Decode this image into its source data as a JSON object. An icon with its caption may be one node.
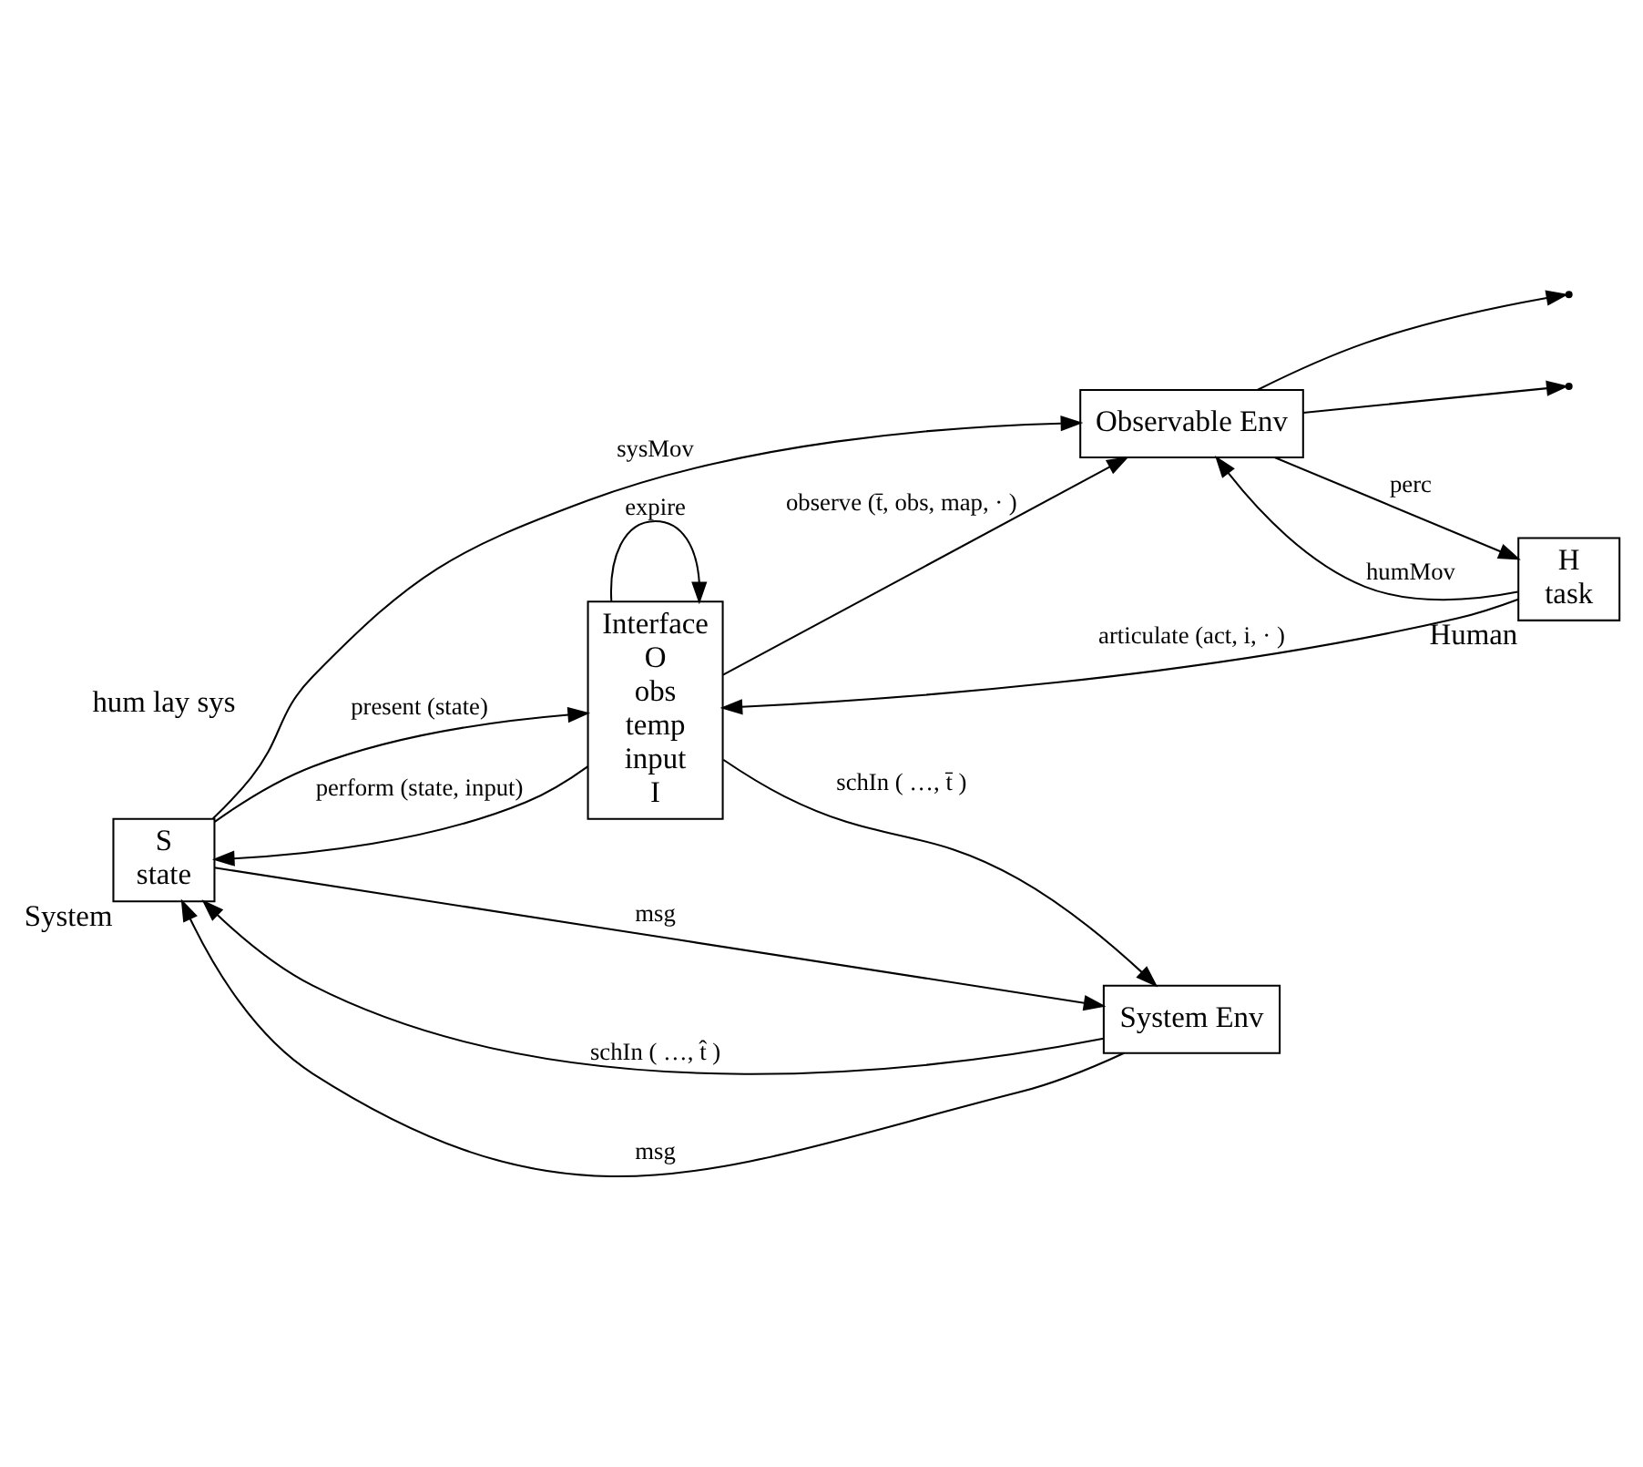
{
  "diagram": {
    "nodes": [
      {
        "text": [
          "S",
          "state"
        ],
        "beside": [
          "System"
        ]
      },
      {
        "text": [
          "Interface",
          "O",
          "obs",
          "temp",
          "input",
          "I"
        ]
      },
      {
        "text": [
          "Observable Env"
        ]
      },
      {
        "text": [
          "H",
          "task"
        ],
        "beside": [
          "Human"
        ]
      },
      {
        "text": [
          "System Env"
        ]
      }
    ],
    "edges": [
      {
        "from": 0,
        "to": 2,
        "arrow": "to",
        "label": "sysMov"
      },
      {
        "from": 3,
        "to": 2,
        "arrow": "to",
        "label": "humMov"
      },
      {
        "from": 0,
        "to": 1,
        "arrow": "to",
        "label": "present (state)"
      },
      {
        "from": 1,
        "to": 2,
        "arrow": "to",
        "label": "observe (t̄, obs, map, · )"
      },
      {
        "from": 2,
        "to": 3,
        "arrow": "to",
        "label": "perc"
      },
      {
        "from": 2,
        "to": null,
        "arrow": "to"
      },
      {
        "from": 1,
        "to": 1,
        "arrow": "to",
        "label": "expire"
      },
      {
        "from": 1,
        "to": 0,
        "arrow": "to",
        "label": "perform (state, input)"
      },
      {
        "from": 3,
        "to": 1,
        "arrow": "to",
        "label": "articulate (act, i, · )"
      },
      {
        "from": 2,
        "to": null,
        "arrow": "to"
      },
      {
        "from": 4,
        "to": 0,
        "arrow": "to",
        "label": "schIn ( …, t̂ )"
      },
      {
        "from": 0,
        "to": 4,
        "arrow": "to",
        "label": "msg"
      },
      {
        "from": 1,
        "to": 4,
        "arrow": "to",
        "label": "schIn ( …, t̄ )"
      },
      {
        "from": 4,
        "to": 0,
        "arrow": "to",
        "label": "msg"
      }
    ],
    "labels": [
      "hum lay sys"
    ]
  }
}
